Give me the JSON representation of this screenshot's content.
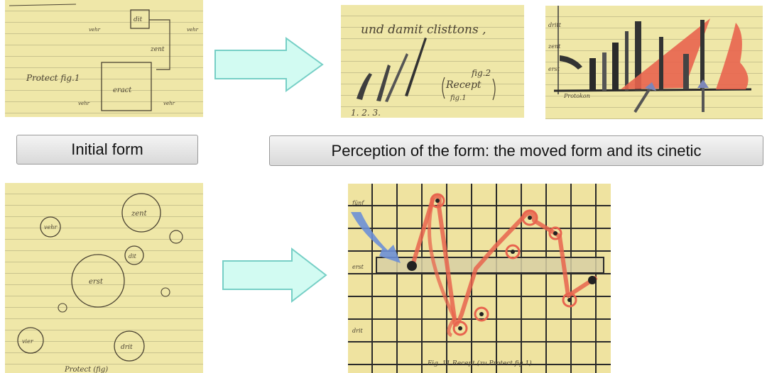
{
  "labels": {
    "initial": "Initial form",
    "perception": "Perception of the form: the moved form and its cinetic"
  },
  "sketches": {
    "top_left": {
      "caption": "Protect fig.1",
      "boxes": [
        "dit",
        "zent",
        "eract"
      ]
    },
    "top_middle": {
      "heading": "und damit clisttons ,",
      "fig_note": "fig.2",
      "fig_note2": "Recept",
      "fig_note3": "fig.1",
      "footer": "1.  2.  3."
    },
    "bottom_left": {
      "circles": [
        "zent",
        "vehr",
        "erst",
        "dit",
        "drit",
        "vier"
      ],
      "caption": "Protect (fig)"
    },
    "bottom_right": {
      "caption": "Fig. 11   Recept (zu Protect fig.1)"
    }
  },
  "colors": {
    "arrow_fill": "#d2fbf2",
    "arrow_stroke": "#76cfc6",
    "red": "#e8644e",
    "blue": "#6b8fd6"
  }
}
